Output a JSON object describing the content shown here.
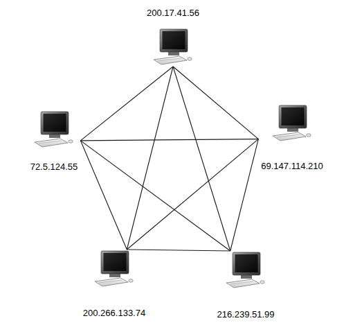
{
  "diagram": {
    "nodes": [
      {
        "text": [
          "200.17.41.56"
        ]
      },
      {
        "text": [
          "72.5.124.55"
        ]
      },
      {
        "text": [
          "69.147.114.210"
        ]
      },
      {
        "text": [
          "200.266.133.74"
        ]
      },
      {
        "text": [
          "216.239.51.99"
        ]
      }
    ],
    "edges": [
      {
        "from": 0,
        "to": 1,
        "arrow": "none"
      },
      {
        "from": 0,
        "to": 2,
        "arrow": "none"
      },
      {
        "from": 0,
        "to": 3,
        "arrow": "none"
      },
      {
        "from": 0,
        "to": 4,
        "arrow": "none"
      },
      {
        "from": 1,
        "to": 2,
        "arrow": "none"
      },
      {
        "from": 1,
        "to": 3,
        "arrow": "none"
      },
      {
        "from": 1,
        "to": 4,
        "arrow": "none"
      },
      {
        "from": 2,
        "to": 3,
        "arrow": "none"
      },
      {
        "from": 2,
        "to": 4,
        "arrow": "none"
      },
      {
        "from": 3,
        "to": 4,
        "arrow": "none"
      }
    ]
  }
}
